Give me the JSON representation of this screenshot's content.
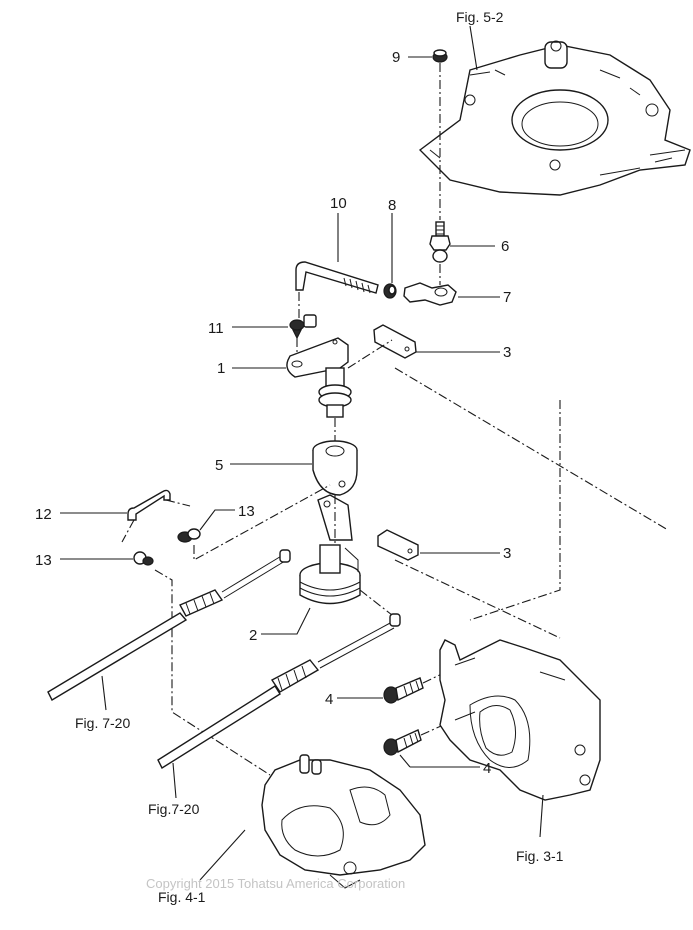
{
  "diagram": {
    "type": "exploded-parts-view",
    "part_labels": [
      {
        "id": "p9",
        "text": "9"
      },
      {
        "id": "p10",
        "text": "10"
      },
      {
        "id": "p8",
        "text": "8"
      },
      {
        "id": "p6",
        "text": "6"
      },
      {
        "id": "p7",
        "text": "7"
      },
      {
        "id": "p11",
        "text": "11"
      },
      {
        "id": "p1",
        "text": "1"
      },
      {
        "id": "p3a",
        "text": "3"
      },
      {
        "id": "p5",
        "text": "5"
      },
      {
        "id": "p12",
        "text": "12"
      },
      {
        "id": "p13a",
        "text": "13"
      },
      {
        "id": "p13b",
        "text": "13"
      },
      {
        "id": "p3b",
        "text": "3"
      },
      {
        "id": "p2",
        "text": "2"
      },
      {
        "id": "p4a",
        "text": "4"
      },
      {
        "id": "p4b",
        "text": "4"
      }
    ],
    "figure_refs": [
      {
        "id": "fig52",
        "text": "Fig. 5-2"
      },
      {
        "id": "fig720a",
        "text": "Fig. 7-20"
      },
      {
        "id": "fig720b",
        "text": "Fig.7-20"
      },
      {
        "id": "fig31",
        "text": "Fig. 3-1"
      },
      {
        "id": "fig41",
        "text": "Fig. 4-1"
      }
    ],
    "watermark": "Copyright 2015 Tohatsu America Corporation"
  }
}
